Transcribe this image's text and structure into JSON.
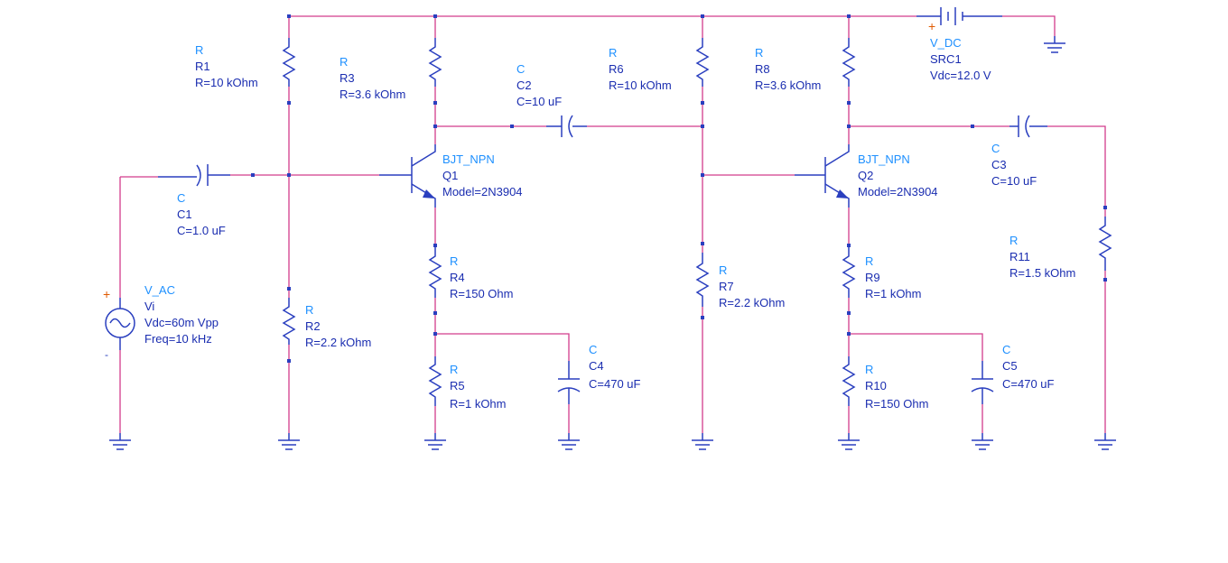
{
  "labels": {
    "R1": {
      "type": "R",
      "name": "R1",
      "value": "R=10 kOhm"
    },
    "R2": {
      "type": "R",
      "name": "R2",
      "value": "R=2.2 kOhm"
    },
    "R3": {
      "type": "R",
      "name": "R3",
      "value": "R=3.6 kOhm"
    },
    "R4": {
      "type": "R",
      "name": "R4",
      "value": "R=150 Ohm"
    },
    "R5": {
      "type": "R",
      "name": "R5",
      "value": "R=1 kOhm"
    },
    "R6": {
      "type": "R",
      "name": "R6",
      "value": "R=10 kOhm"
    },
    "R7": {
      "type": "R",
      "name": "R7",
      "value": "R=2.2 kOhm"
    },
    "R8": {
      "type": "R",
      "name": "R8",
      "value": "R=3.6 kOhm"
    },
    "R9": {
      "type": "R",
      "name": "R9",
      "value": "R=1 kOhm"
    },
    "R10": {
      "type": "R",
      "name": "R10",
      "value": "R=150 Ohm"
    },
    "R11": {
      "type": "R",
      "name": "R11",
      "value": "R=1.5 kOhm"
    },
    "C1": {
      "type": "C",
      "name": "C1",
      "value": "C=1.0 uF"
    },
    "C2": {
      "type": "C",
      "name": "C2",
      "value": "C=10 uF"
    },
    "C3": {
      "type": "C",
      "name": "C3",
      "value": "C=10 uF"
    },
    "C4": {
      "type": "C",
      "name": "C4",
      "value": "C=470 uF"
    },
    "C5": {
      "type": "C",
      "name": "C5",
      "value": "C=470 uF"
    },
    "Q1": {
      "type": "BJT_NPN",
      "name": "Q1",
      "value": "Model=2N3904"
    },
    "Q2": {
      "type": "BJT_NPN",
      "name": "Q2",
      "value": "Model=2N3904"
    },
    "VAC": {
      "type": "V_AC",
      "name": "Vi",
      "value": "Vdc=60m Vpp",
      "extra": "Freq=10 kHz"
    },
    "VDC": {
      "type": "V_DC",
      "name": "SRC1",
      "value": "Vdc=12.0 V"
    }
  },
  "colors": {
    "wire": "#d23c8c",
    "component": "#2a3fbf",
    "type_label": "#1e90ff",
    "name_label": "#1a2db0"
  }
}
